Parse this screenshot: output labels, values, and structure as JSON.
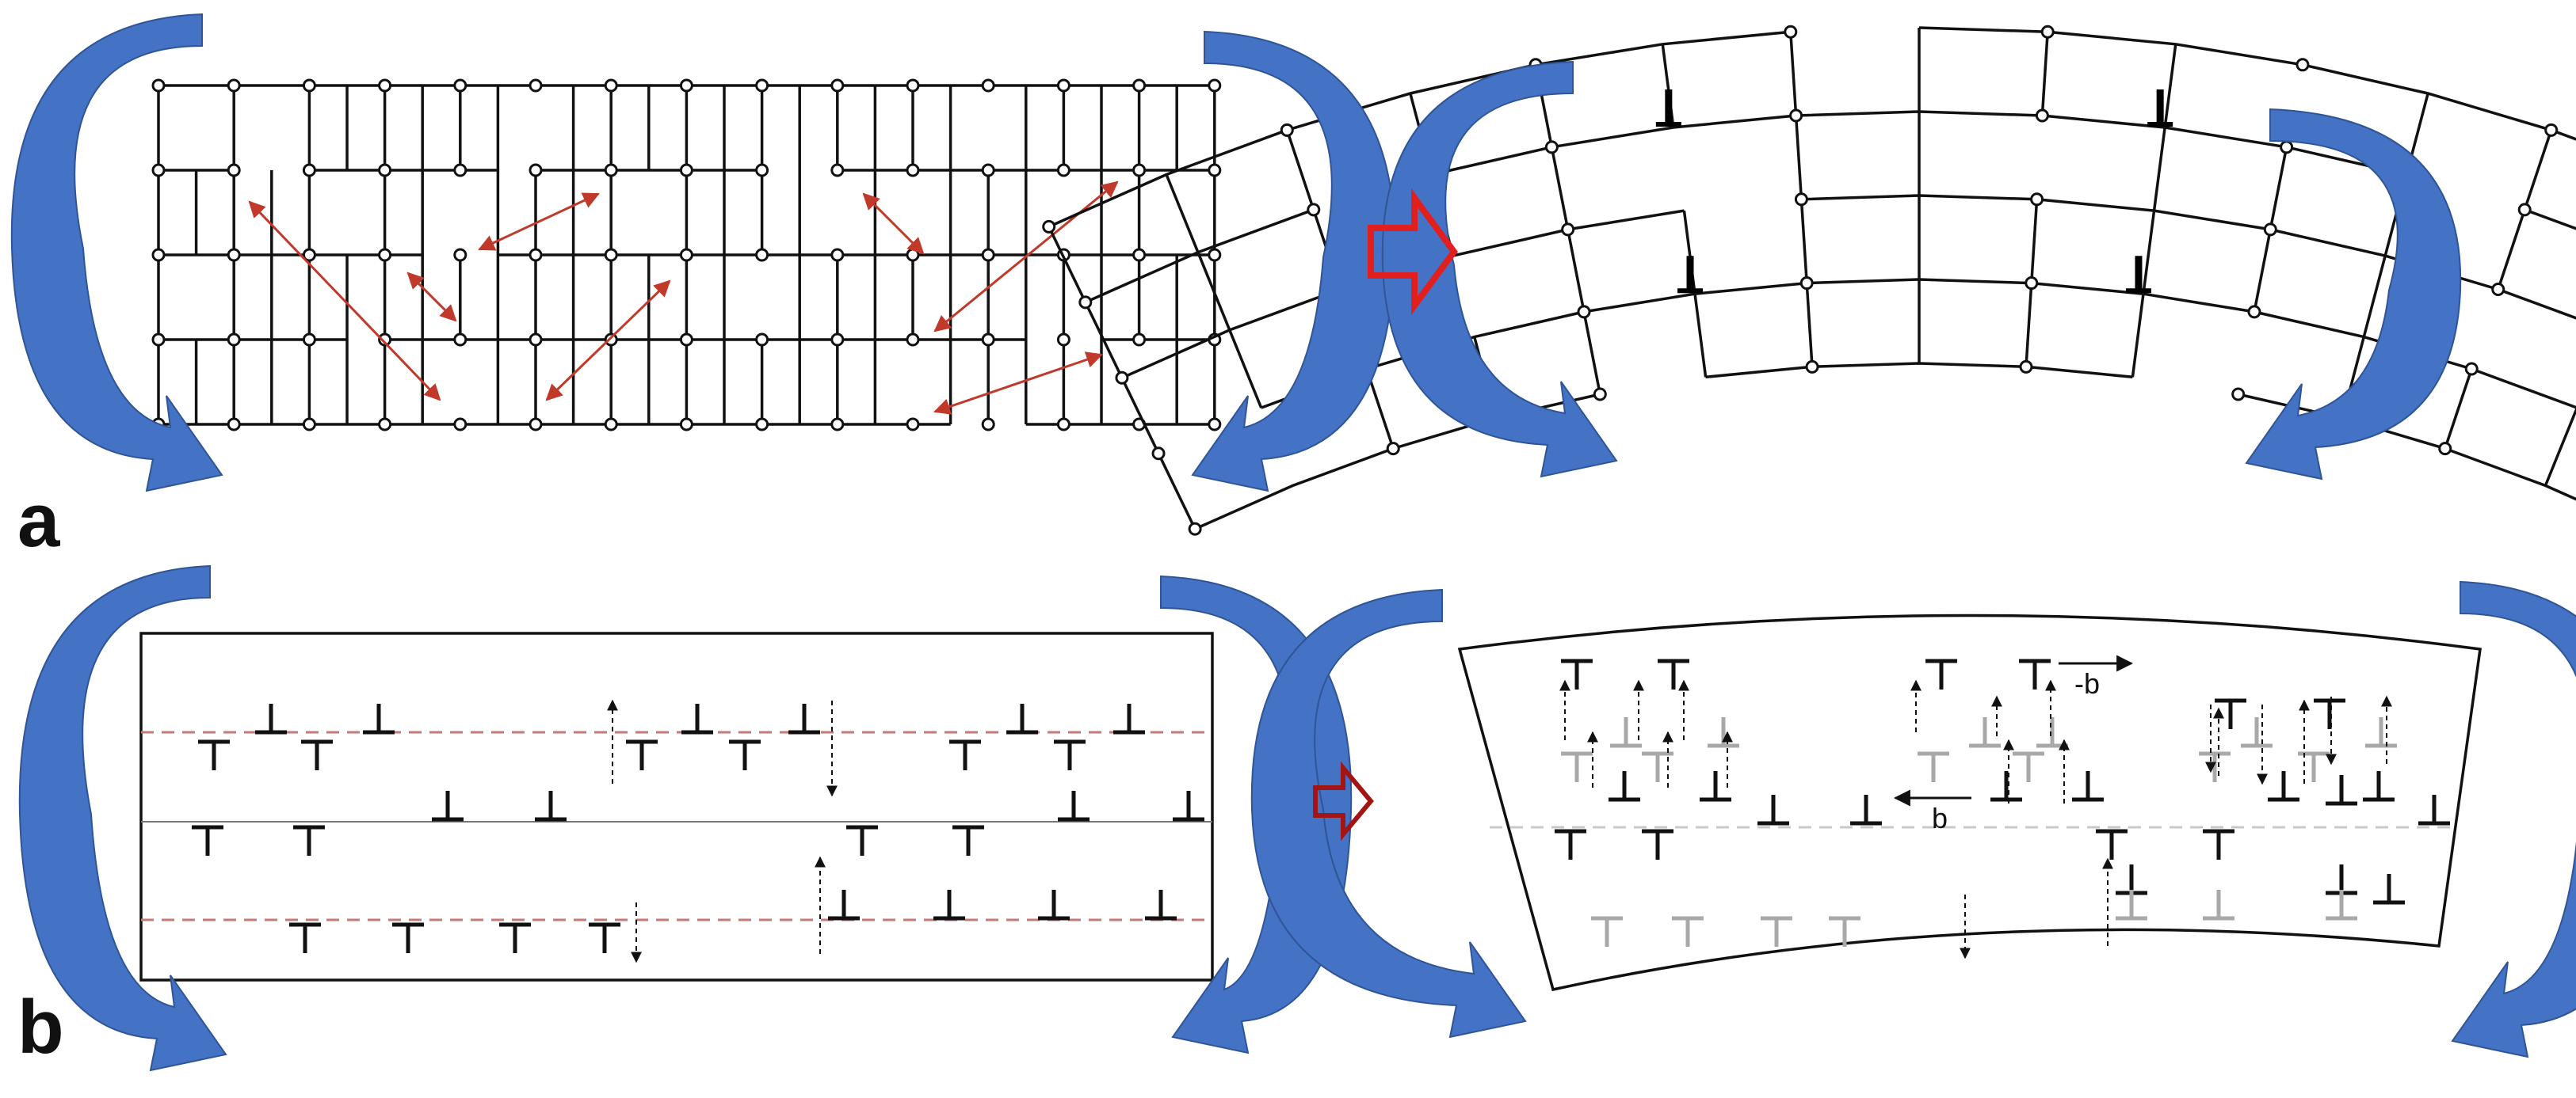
{
  "panels": {
    "a": {
      "label": "a"
    },
    "b": {
      "label": "b"
    }
  },
  "burgers_vectors": {
    "negative": "-b",
    "positive": "b"
  },
  "colors": {
    "rotation_arrow": "#4472c4",
    "rotation_arrow_dark": "#2f5597",
    "transition_arrow_a": "#e21f1f",
    "transition_arrow_b": "#a31515",
    "double_arrow": "#c0392b",
    "slip_plane": "#c27a7a",
    "dislocation": "#111111",
    "dislocation_faded": "#a8a8a8",
    "lattice": "#111111"
  },
  "icons": {
    "dislocation_positive": "edge-dislocation-up-icon",
    "dislocation_negative": "edge-dislocation-down-icon"
  }
}
